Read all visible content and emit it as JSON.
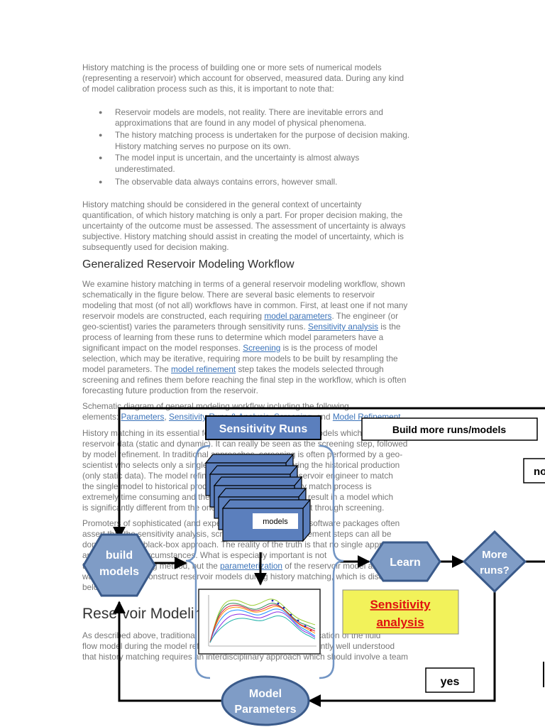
{
  "intro": [
    "History matching is the process of building one or more sets of numerical models",
    "(representing a reservoir) which account for observed, measured data.  During any kind",
    "of model calibration process such as this, it is important to note that:"
  ],
  "bullets": [
    [
      "Reservoir models are models, not reality.  There are inevitable errors and",
      "approximations that are found in any model of physical phenomena."
    ],
    [
      "The history matching process is undertaken for the purpose of decision making.",
      "History matching serves no purpose on its own."
    ],
    [
      "The model input is uncertain, and the uncertainty is almost always",
      "underestimated."
    ],
    [
      "The observable data always contains errors, however small."
    ]
  ],
  "para2": [
    "History matching should be considered in the general context of uncertainty",
    "quantification, of which history matching is only a part.  For proper decision making, the",
    "uncertainty of the outcome must be assessed.  The assessment of uncertainty is always",
    "subjective. History matching should assist in creating the model of uncertainty, which is",
    "subsequently used for decision making."
  ],
  "heading_workflow": "Generalized Reservoir Modeling Workflow",
  "para3": {
    "l1": "We examine history matching in terms of a general reservoir modeling workflow, shown",
    "l2": "schematically in the figure below.  There are several basic elements to reservoir",
    "l3": "modeling that most (of not all) workflows have in common.  First, at least one if not many",
    "l4a": "reservoir models are constructed, each requiring ",
    "l4link": "model parameters",
    "l4b": ".  The engineer (or",
    "l5a": "geo-scientist) varies the parameters through sensitivity runs.  ",
    "l5link": "Sensitivity analysis",
    "l5b": " is the",
    "l6": "process of learning from these runs to determine which model parameters have a",
    "l7": "significant impact on the model responses.   ",
    "l7link": "Screening",
    "l7b": " is is the process of model",
    "l8": "selection, which may be iterative, requiring more models to be built by resampling the",
    "l9a": "model parameters.  The ",
    "l9link": "model refinement",
    "l9b": " step takes the models selected through",
    "l10": "screening and refines them before reaching the final step in the workflow, which is often",
    "l11": "forecasting future production from the reservoir."
  },
  "para4": {
    "l1": "Schematic diagram of general modeling workflow including the following",
    "l2a": "elements: ",
    "link1": "Parameters",
    "sep1": ", ",
    "link2": "Sensitivity Runs & Analysis",
    "sep2": ", ",
    "link3": "Screening",
    "sep3": ", and ",
    "link4": "Model Refinement",
    "end": "."
  },
  "para5": [
    "History matching in its essential form is the process of finding models which best match the",
    "reservoir data (static and dynamic). It can really be seen as the screening step, followed",
    "by model refinement.  In traditional approaches, screening is often performed by a geo-",
    "scientist who selects only a single model, without considering the historical production",
    "(only static data).  The model refinement is the job of the reservoir engineer to match",
    "the single model to historical production.  This manual history match process is",
    "extremely time consuming and the manual refinement would result in a model which",
    "is significantly different from the one given by the geo-scientist through screening."
  ],
  "para6": {
    "l1": "Promoters of sophisticated (and expensive) history matching software packages often",
    "l2": "assert that the sensitivity analysis, screening and model refinement steps can all be",
    "l3": "done in a single black-box approach. The reality of the truth is that no single approach is",
    "l4": "applicable in all circumstances.  What is especially important is not",
    "l5a": "the history matching method, but the ",
    "l5link": "parameterization",
    "l5b": " of the reservoir model and the",
    "l6": "way it is used to construct reservoir models during history matching, which is discussed",
    "l7": "below."
  },
  "heading_section": "Reservoir Modeling",
  "para7": [
    "As described above, traditional history matching involves modification of the fluid",
    "flow model during the model refinement step.  Although it is currently well understood",
    "that history matching requires an interdisciplinary approach which should involve a team"
  ],
  "diagram": {
    "sensitivity_runs": "Sensitivity Runs",
    "build_more": "Build more runs/models",
    "no_label": "no",
    "yes_label": "yes",
    "models_label": "models",
    "build_models": [
      "build",
      "models"
    ],
    "learn": "Learn",
    "more_runs": [
      "More",
      "runs?"
    ],
    "sensitivity_analysis": [
      "Sensitivity",
      "analysis"
    ],
    "model_parameters": [
      "Model",
      "Parameters"
    ],
    "colors": {
      "node_fill": "#7f9cc6",
      "node_stroke": "#3a5a8a",
      "box_fill": "#5b7fbd",
      "analysis_fill": "#f2f25a",
      "analysis_text": "#e01010",
      "bracket": "#7295c4"
    }
  }
}
